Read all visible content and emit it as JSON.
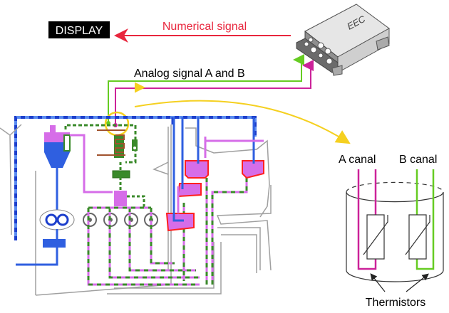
{
  "labels": {
    "display": "DISPLAY",
    "numerical_signal": "Numerical signal",
    "analog_signal": "Analog signal A and B",
    "eec": "EEC",
    "a_canal": "A canal",
    "b_canal": "B canal",
    "thermistors": "Thermistors"
  },
  "colors": {
    "numerical_signal": "#e8263d",
    "analog_a": "#cc2299",
    "analog_b": "#66cc22",
    "callout": "#f5d020",
    "fuel_blue": "#2f5fe0",
    "oil_pink": "#d66de8",
    "return_green": "#3a8a2a",
    "sump_red": "#ff2020",
    "structure_gray": "#9a9a9a"
  }
}
